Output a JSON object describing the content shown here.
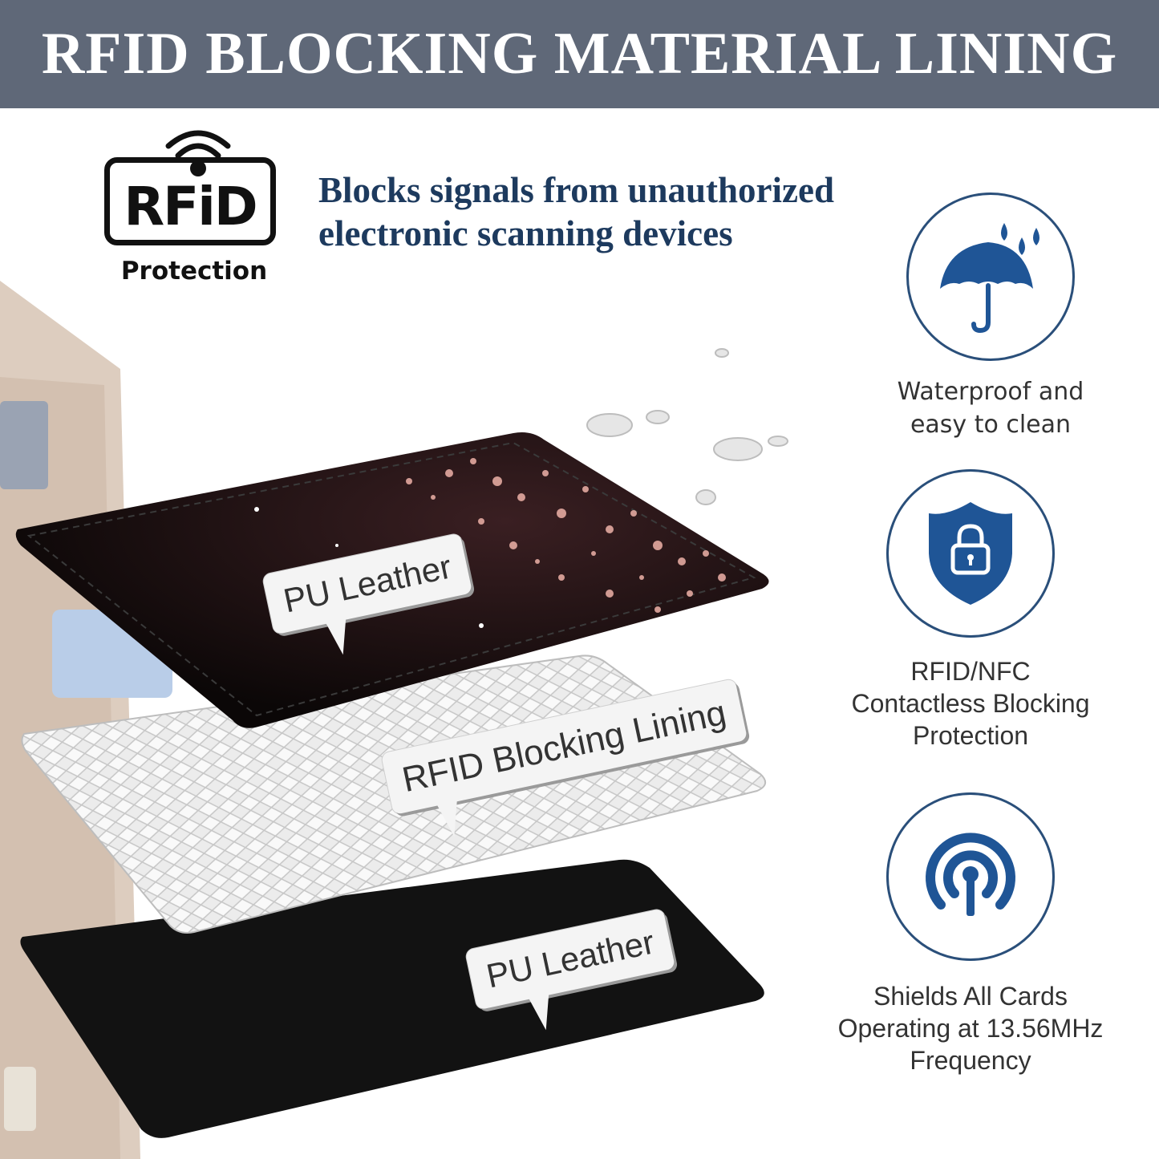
{
  "banner": {
    "title": "RFID BLOCKING MATERIAL LINING"
  },
  "badge": {
    "logo_text": "RFiD",
    "caption": "Protection",
    "icon": "rfid-wifi-icon"
  },
  "tagline": {
    "line1": "Blocks signals from unauthorized",
    "line2": "electronic scanning devices"
  },
  "layers": {
    "top_label": "PU Leather",
    "middle_label": "RFID Blocking Lining",
    "bottom_label": "PU Leather"
  },
  "features": [
    {
      "icon": "umbrella-rain-icon",
      "lines": [
        "Waterproof and",
        "easy to clean"
      ]
    },
    {
      "icon": "shield-lock-icon",
      "lines": [
        "RFID/NFC",
        "Contactless Blocking",
        "Protection"
      ]
    },
    {
      "icon": "signal-antenna-icon",
      "lines": [
        "Shields All Cards",
        "Operating at 13.56MHz",
        "Frequency"
      ]
    }
  ],
  "colors": {
    "banner": "#5f6878",
    "navy": "#1d3a5e",
    "icon_blue": "#1f5596",
    "ring": "#2a4f7a"
  }
}
